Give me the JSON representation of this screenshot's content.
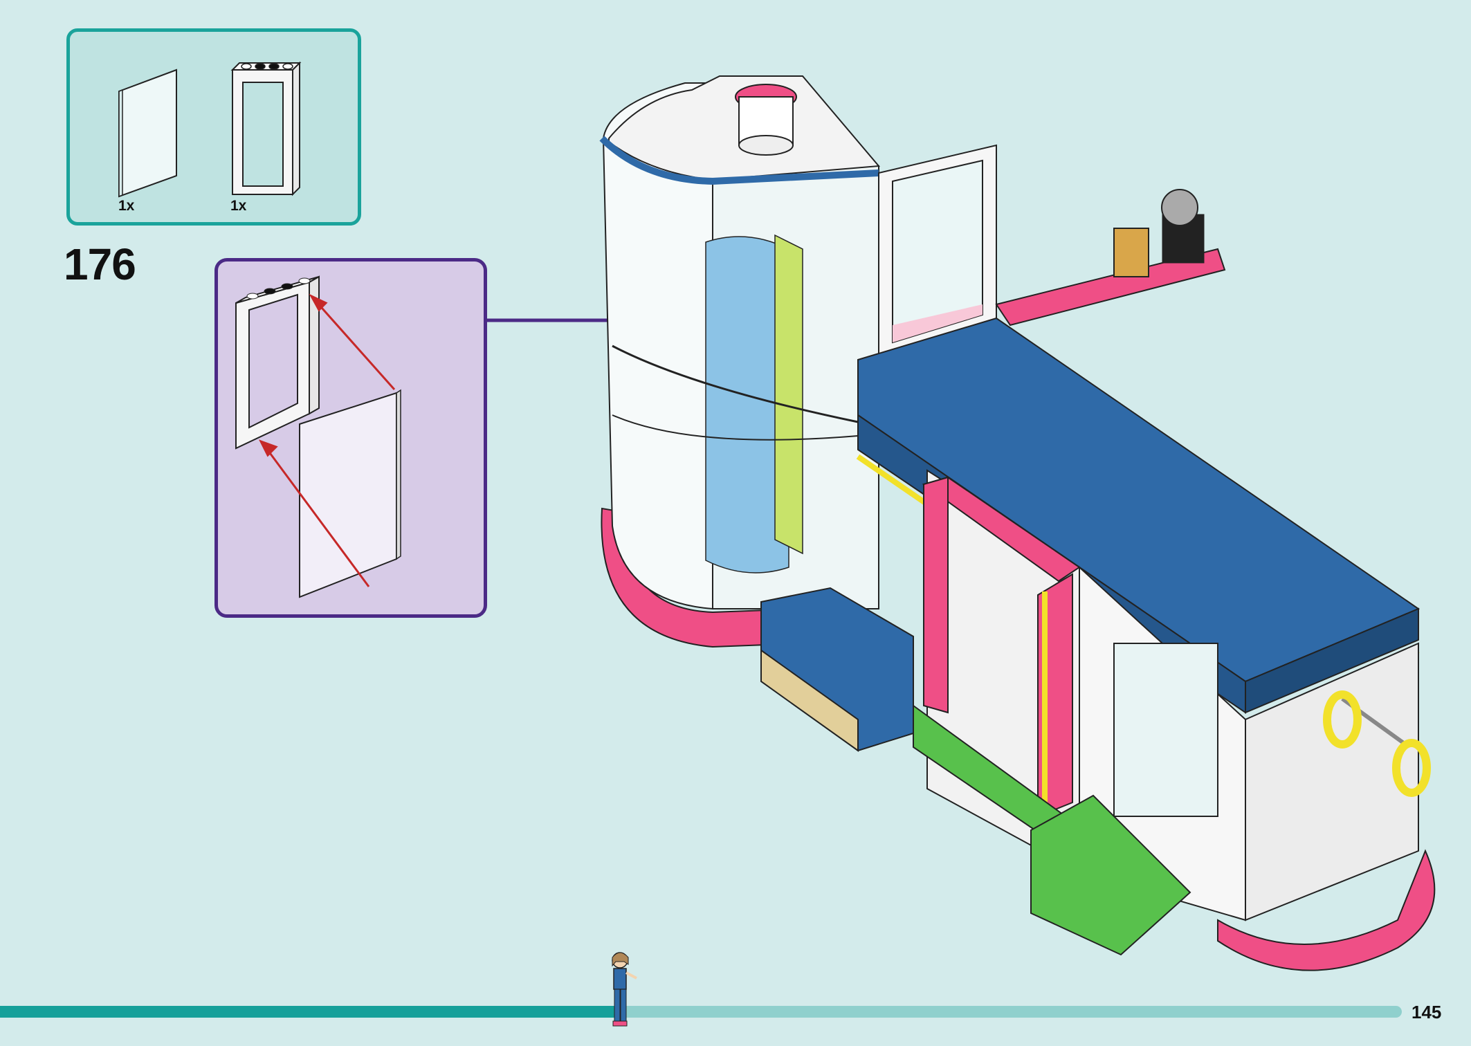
{
  "step": {
    "number": "176"
  },
  "parts_list": [
    {
      "name": "glass-pane",
      "count": "1x"
    },
    {
      "name": "door-frame",
      "count": "1x"
    }
  ],
  "page": {
    "number": "145",
    "progress": 0.44
  },
  "colors": {
    "background": "#d3ebeb",
    "parts_border": "#1aa39b",
    "callout_border": "#4b2a86",
    "callout_fill": "#d7cbe7",
    "arrow_red": "#c62828",
    "pointer_purple": "#4b2a86",
    "brick_blue": "#2f6aa8",
    "brick_pink": "#ef4f86",
    "brick_green": "#58c14c",
    "brick_yellow": "#f2e12a"
  }
}
